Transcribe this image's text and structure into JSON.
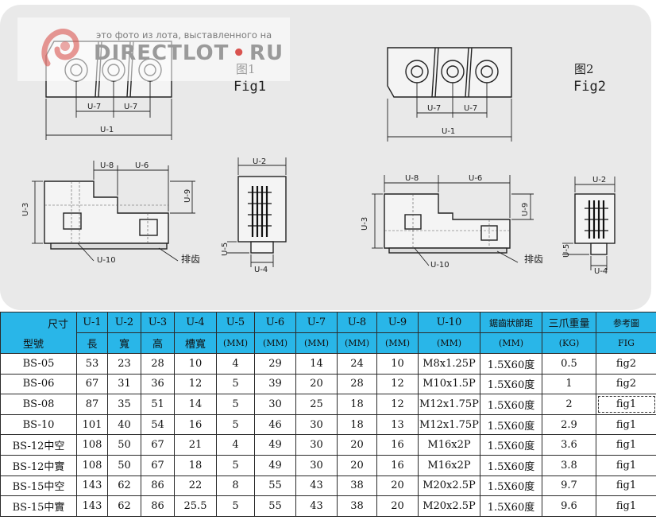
{
  "watermark": {
    "small_text": "это фото из лота, выставленного на",
    "brand_text": "DIRECTLOT",
    "brand_dot": "•",
    "brand_tld": "RU"
  },
  "figures": {
    "fig1": {
      "title_cn": "图1",
      "title_en": "Fig1"
    },
    "fig2": {
      "title_cn": "图2",
      "title_en": "Fig2"
    }
  },
  "dimensions": {
    "u1": "U-1",
    "u2": "U-2",
    "u3": "U-3",
    "u4": "U-4",
    "u5": "U-5",
    "u6": "U-6",
    "u7": "U-7",
    "u8": "U-8",
    "u9": "U-9",
    "u10": "U-10",
    "serration_label": "排齿"
  },
  "table": {
    "corner_top": "尺寸",
    "corner_bottom": "型號",
    "header_top": [
      "U-1",
      "U-2",
      "U-3",
      "U-4",
      "U-5",
      "U-6",
      "U-7",
      "U-8",
      "U-9",
      "U-10",
      "鋸齒狀節距",
      "三爪重量",
      "参考圖"
    ],
    "header_bottom": [
      "長",
      "寬",
      "高",
      "槽寬",
      "(MM)",
      "(MM)",
      "(MM)",
      "(MM)",
      "(MM)",
      "(MM)",
      "(MM)",
      "(KG)",
      "FIG"
    ],
    "rows": [
      [
        "BS-05",
        "53",
        "23",
        "28",
        "10",
        "4",
        "29",
        "14",
        "24",
        "10",
        "M8x1.25P",
        "1.5X60度",
        "0.5",
        "fig2"
      ],
      [
        "BS-06",
        "67",
        "31",
        "36",
        "12",
        "5",
        "39",
        "20",
        "28",
        "12",
        "M10x1.5P",
        "1.5X60度",
        "1",
        "fig2"
      ],
      [
        "BS-08",
        "87",
        "35",
        "51",
        "14",
        "5",
        "30",
        "25",
        "18",
        "12",
        "M12x1.75P",
        "1.5X60度",
        "2",
        "fig1"
      ],
      [
        "BS-10",
        "101",
        "40",
        "54",
        "16",
        "5",
        "46",
        "30",
        "18",
        "13",
        "M12x1.75P",
        "1.5X60度",
        "2.9",
        "fig1"
      ],
      [
        "BS-12中空",
        "108",
        "50",
        "67",
        "21",
        "4",
        "49",
        "30",
        "20",
        "16",
        "M16x2P",
        "1.5X60度",
        "3.6",
        "fig1"
      ],
      [
        "BS-12中實",
        "108",
        "50",
        "67",
        "18",
        "5",
        "49",
        "30",
        "20",
        "16",
        "M16x2P",
        "1.5X60度",
        "3.8",
        "fig1"
      ],
      [
        "BS-15中空",
        "143",
        "62",
        "86",
        "22",
        "8",
        "55",
        "43",
        "38",
        "20",
        "M20x2.5P",
        "1.5X60度",
        "9.7",
        "fig1"
      ],
      [
        "BS-15中實",
        "143",
        "62",
        "86",
        "25.5",
        "5",
        "55",
        "43",
        "38",
        "20",
        "M20x2.5P",
        "1.5X60度",
        "9.6",
        "fig1"
      ]
    ]
  }
}
